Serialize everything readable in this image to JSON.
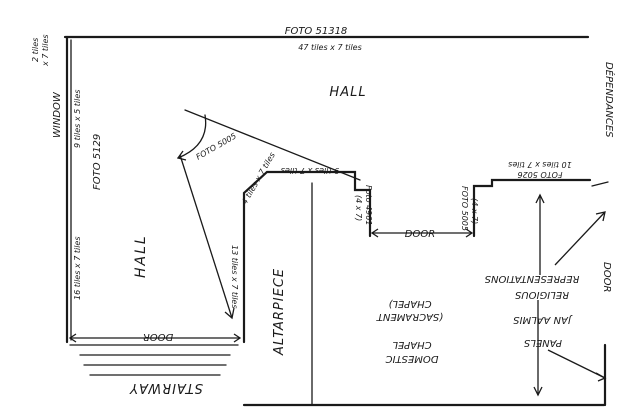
{
  "labels": {
    "foto_51318": "FOTO 51318",
    "tiles_47x7": "47 tiles x 7 tiles",
    "tiles_2x7_a": "2 tiles",
    "tiles_2x7_b": "x 7 tiles",
    "window": "WINDOW",
    "tiles_9x5": "9 tiles x 5 tiles",
    "foto_5129": "FOTO 5129",
    "hall_top": "HALL",
    "foto_5005": "FOTO 5005",
    "dependances": "DÉPENDANCES",
    "tiles_16x7": "16 tiles x 7 tiles",
    "hall_left": "HALL",
    "tiles_4x7": "4 tiles x 7 tiles",
    "tiles_13x7": "13 tiles x 7 tiles",
    "foto_4961": "Foto 4961",
    "dim_4x7_a": "(4 x 7)",
    "door_mid": "DOOR",
    "foto_5005b": "FOTO 5005",
    "dim_4x7_b": "(4 x 7)",
    "tiles_10x7": "10 tiles x 7 tiles",
    "foto_5026": "FOTO 5026",
    "altarpiece": "ALTARPIECE",
    "door_left": "DOOR",
    "stairway": "STAIRWAY",
    "chapel_1": "(SACRAMENT",
    "chapel_2": "CHAPEL)",
    "domestic_1": "DOMESTIC",
    "domestic_2": "CHAPEL",
    "panels_1": "PANELS",
    "panels_2": "JAN AALMIS",
    "panels_3": "RELIGIOUS",
    "panels_4": "REPRESENTATIONS",
    "door_right": "DOOR"
  }
}
